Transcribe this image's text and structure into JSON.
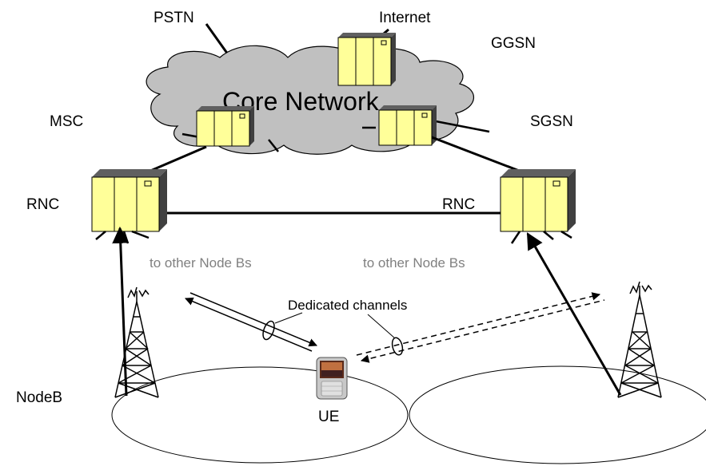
{
  "labels": {
    "pstn": "PSTN",
    "internet": "Internet",
    "ggsn": "GGSN",
    "core_network": "Core Network",
    "msc": "MSC",
    "sgsn": "SGSN",
    "rnc_left": "RNC",
    "rnc_right": "RNC",
    "other_nodebs_left": "to other Node Bs",
    "other_nodebs_right": "to other Node Bs",
    "dedicated_channels": "Dedicated channels",
    "nodeb": "NodeB",
    "ue": "UE"
  },
  "colors": {
    "cloud_fill": "#c0c0c0",
    "equipment_fill": "#ffff99",
    "equipment_shade": "#404040",
    "line": "#000000",
    "grey_text": "#808080"
  },
  "icons": {
    "server": "network-equipment-icon",
    "tower": "antenna-tower-icon",
    "phone": "mobile-phone-icon"
  }
}
